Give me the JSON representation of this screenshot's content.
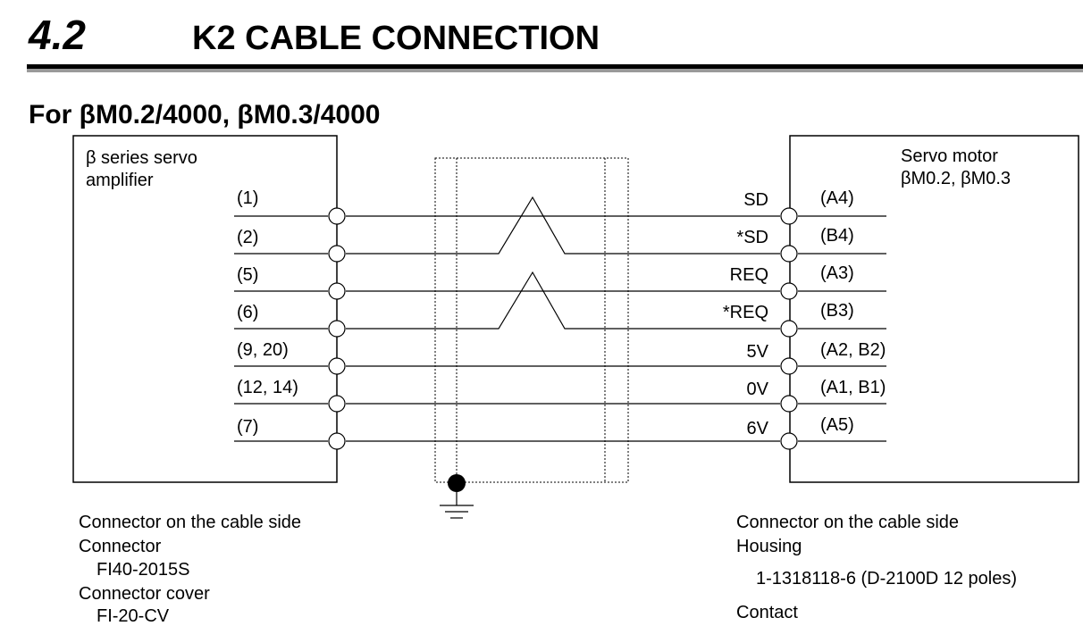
{
  "heading": {
    "number": "4.2",
    "title": "K2 CABLE CONNECTION"
  },
  "subtitle": "For βM0.2/4000, βM0.3/4000",
  "left_box": {
    "line1": "β series servo",
    "line2": "amplifier"
  },
  "right_box": {
    "line1": "Servo motor",
    "line2": "βM0.2, βM0.3"
  },
  "signals": [
    {
      "left_pin": "(1)",
      "name": "SD",
      "right_pin": "(A4)"
    },
    {
      "left_pin": "(2)",
      "name": "*SD",
      "right_pin": "(B4)"
    },
    {
      "left_pin": "(5)",
      "name": "REQ",
      "right_pin": "(A3)"
    },
    {
      "left_pin": "(6)",
      "name": "*REQ",
      "right_pin": "(B3)"
    },
    {
      "left_pin": "(9, 20)",
      "name": "5V",
      "right_pin": "(A2, B2)"
    },
    {
      "left_pin": "(12, 14)",
      "name": "0V",
      "right_pin": "(A1, B1)"
    },
    {
      "left_pin": "(7)",
      "name": "6V",
      "right_pin": "(A5)"
    }
  ],
  "left_notes": {
    "line1": "Connector on the cable side",
    "line2": "Connector",
    "line3": "FI40-2015S",
    "line4": "Connector cover",
    "line5": "FI-20-CV"
  },
  "right_notes": {
    "line1": "Connector on the cable side",
    "line2": "Housing",
    "line3": "1-1318118-6 (D-2100D 12 poles)",
    "line4": "Contact"
  }
}
